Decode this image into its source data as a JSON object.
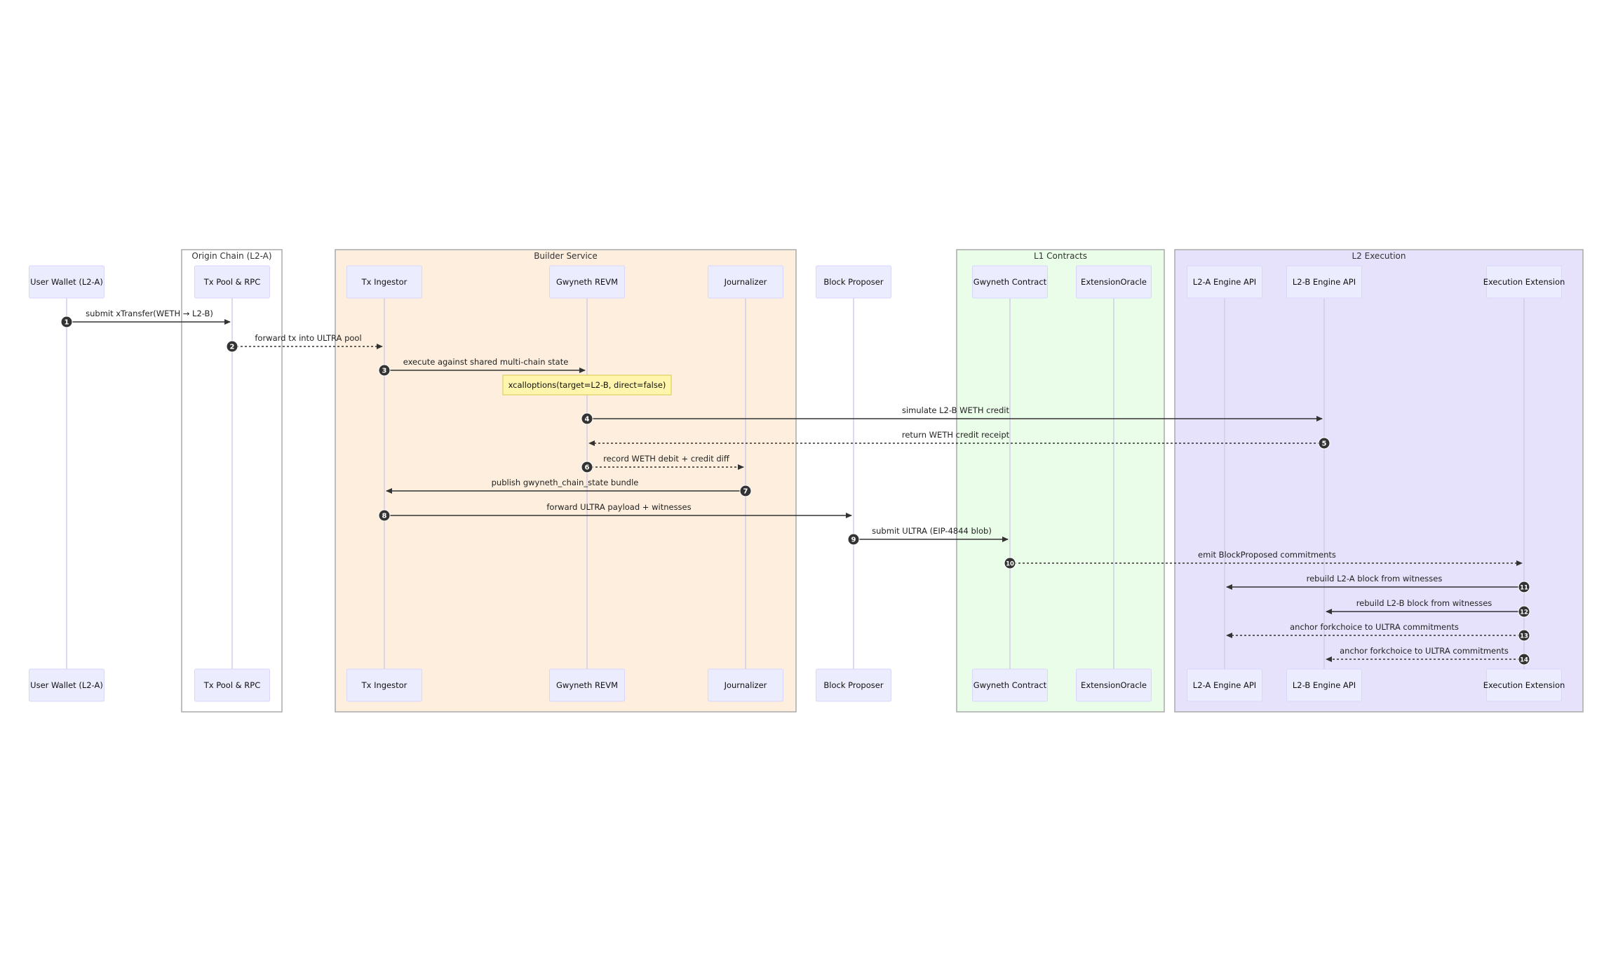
{
  "groups": [
    {
      "id": "origin",
      "title": "Origin Chain (L2-A)",
      "fill": "#ffffff"
    },
    {
      "id": "builder",
      "title": "Builder Service",
      "fill": "#fdeedd"
    },
    {
      "id": "l1",
      "title": "L1 Contracts",
      "fill": "#e9fde9"
    },
    {
      "id": "l2exec",
      "title": "L2 Execution",
      "fill": "#e6e2fb"
    }
  ],
  "actors": [
    {
      "id": "wallet",
      "label": "User Wallet (L2-A)"
    },
    {
      "id": "pool",
      "label": "Tx Pool & RPC"
    },
    {
      "id": "ingestor",
      "label": "Tx Ingestor"
    },
    {
      "id": "revm",
      "label": "Gwyneth REVM"
    },
    {
      "id": "journalizer",
      "label": "Journalizer"
    },
    {
      "id": "proposer",
      "label": "Block Proposer"
    },
    {
      "id": "contract",
      "label": "Gwyneth Contract"
    },
    {
      "id": "oracle",
      "label": "ExtensionOracle"
    },
    {
      "id": "l2a",
      "label": "L2-A Engine API"
    },
    {
      "id": "l2b",
      "label": "L2-B Engine API"
    },
    {
      "id": "extension",
      "label": "Execution Extension"
    }
  ],
  "messages": [
    {
      "num": "1",
      "from": "wallet",
      "to": "pool",
      "label": "submit xTransfer(WETH → L2-B)",
      "style": "solid"
    },
    {
      "num": "2",
      "from": "pool",
      "to": "ingestor",
      "label": "forward tx into ULTRA pool",
      "style": "dotted"
    },
    {
      "num": "3",
      "from": "ingestor",
      "to": "revm",
      "label": "execute against shared multi-chain state",
      "style": "solid"
    },
    {
      "num": "4",
      "from": "revm",
      "to": "l2b",
      "label": "simulate L2-B WETH credit",
      "style": "solid"
    },
    {
      "num": "5",
      "from": "l2b",
      "to": "revm",
      "label": "return WETH credit receipt",
      "style": "dotted"
    },
    {
      "num": "6",
      "from": "revm",
      "to": "journalizer",
      "label": "record WETH debit + credit diff",
      "style": "dotted"
    },
    {
      "num": "7",
      "from": "journalizer",
      "to": "ingestor",
      "label": "publish gwyneth_chain_state bundle",
      "style": "solid"
    },
    {
      "num": "8",
      "from": "ingestor",
      "to": "proposer",
      "label": "forward ULTRA payload + witnesses",
      "style": "solid"
    },
    {
      "num": "9",
      "from": "proposer",
      "to": "contract",
      "label": "submit ULTRA (EIP-4844 blob)",
      "style": "solid"
    },
    {
      "num": "10",
      "from": "contract",
      "to": "extension",
      "label": "emit BlockProposed commitments",
      "style": "dotted"
    },
    {
      "num": "11",
      "from": "extension",
      "to": "l2a",
      "label": "rebuild L2-A block from witnesses",
      "style": "solid"
    },
    {
      "num": "12",
      "from": "extension",
      "to": "l2b",
      "label": "rebuild L2-B block from witnesses",
      "style": "solid"
    },
    {
      "num": "13",
      "from": "extension",
      "to": "l2a",
      "label": "anchor forkchoice to ULTRA commitments",
      "style": "dotted"
    },
    {
      "num": "14",
      "from": "extension",
      "to": "l2b",
      "label": "anchor forkchoice to ULTRA commitments",
      "style": "dotted"
    }
  ],
  "note": {
    "label": "xcalloptions(target=L2-B, direct=false)",
    "over": "revm"
  },
  "colors": {
    "actor_fill": "#ececff",
    "actor_stroke": "#d9d6fb",
    "lifeline": "#cfcde8",
    "line": "#333333",
    "note_fill": "#fff5ad",
    "note_stroke": "#d8c94a",
    "group_stroke": "#aaaaaa"
  }
}
